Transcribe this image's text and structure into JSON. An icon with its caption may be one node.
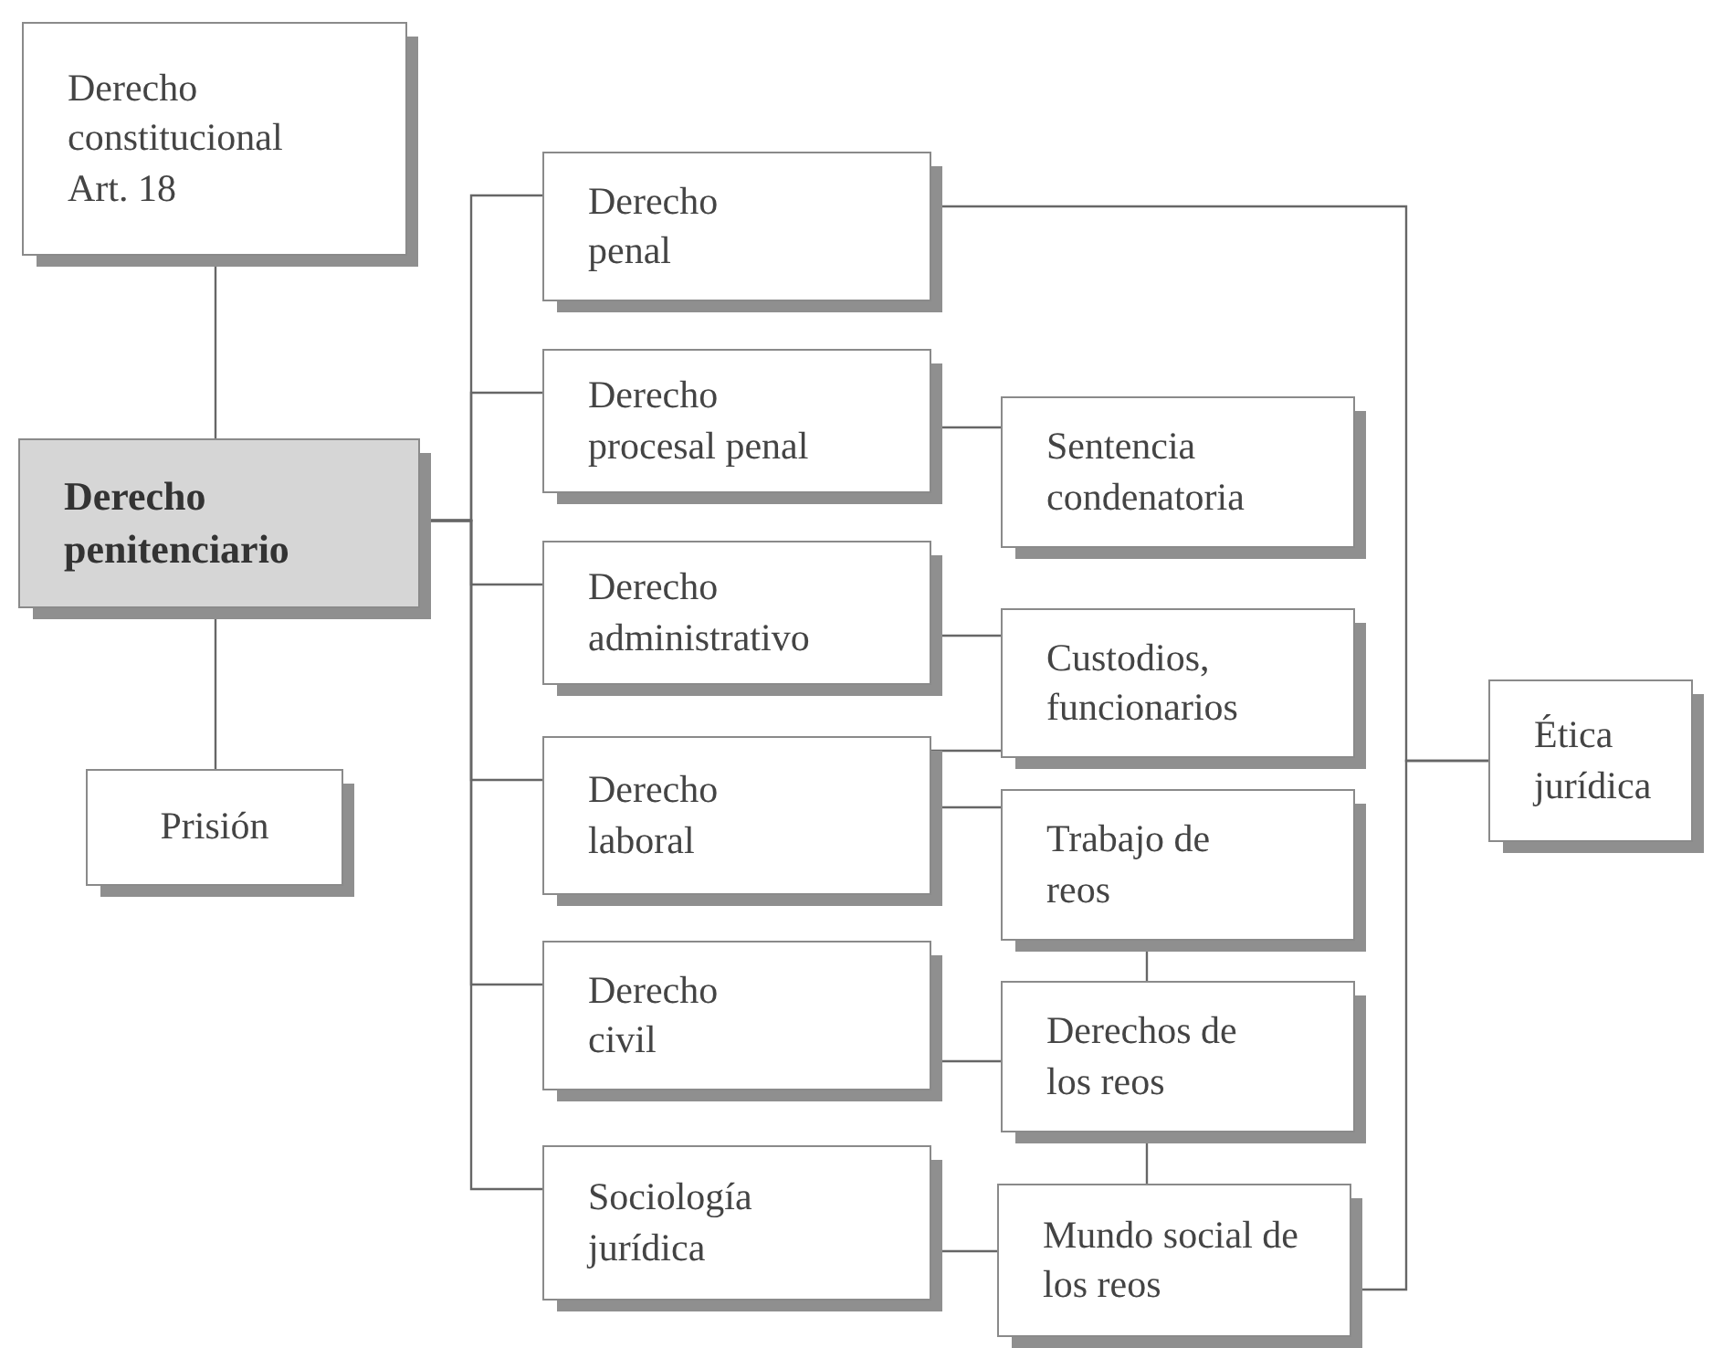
{
  "diagram": {
    "nodes": [
      {
        "text": [
          "Derecho constitucional Art. 18"
        ]
      },
      {
        "text": [
          "Derecho penitenciario"
        ]
      },
      {
        "text": [
          "Prisión"
        ]
      },
      {
        "text": [
          "Derecho penal"
        ]
      },
      {
        "text": [
          "Derecho procesal penal"
        ]
      },
      {
        "text": [
          "Derecho administrativo"
        ]
      },
      {
        "text": [
          "Derecho laboral"
        ]
      },
      {
        "text": [
          "Derecho civil"
        ]
      },
      {
        "text": [
          "Sociología jurídica"
        ]
      },
      {
        "text": [
          "Sentencia condenatoria"
        ]
      },
      {
        "text": [
          "Custodios, funcionarios"
        ]
      },
      {
        "text": [
          "Trabajo de reos"
        ]
      },
      {
        "text": [
          "Derechos de los reos"
        ]
      },
      {
        "text": [
          "Mundo social de los reos"
        ]
      },
      {
        "text": [
          "Ética jurídica"
        ]
      }
    ],
    "edges": [
      {
        "from": 0,
        "to": 1,
        "arrow": "none"
      },
      {
        "from": 1,
        "to": 2,
        "arrow": "none"
      },
      {
        "from": 1,
        "to": 3,
        "arrow": "none"
      },
      {
        "from": 1,
        "to": 4,
        "arrow": "none"
      },
      {
        "from": 1,
        "to": 5,
        "arrow": "none"
      },
      {
        "from": 1,
        "to": 6,
        "arrow": "none"
      },
      {
        "from": 1,
        "to": 7,
        "arrow": "none"
      },
      {
        "from": 1,
        "to": 8,
        "arrow": "none"
      },
      {
        "from": 3,
        "to": 14,
        "arrow": "none"
      },
      {
        "from": 13,
        "to": 14,
        "arrow": "none"
      },
      {
        "from": 4,
        "to": 9,
        "arrow": "none"
      },
      {
        "from": 5,
        "to": 10,
        "arrow": "none"
      },
      {
        "from": 6,
        "to": 10,
        "arrow": "none"
      },
      {
        "from": 6,
        "to": 11,
        "arrow": "none"
      },
      {
        "from": 7,
        "to": 12,
        "arrow": "none"
      },
      {
        "from": 8,
        "to": 13,
        "arrow": "none"
      },
      {
        "from": 11,
        "to": 12,
        "arrow": "none"
      },
      {
        "from": 12,
        "to": 13,
        "arrow": "none"
      }
    ]
  }
}
